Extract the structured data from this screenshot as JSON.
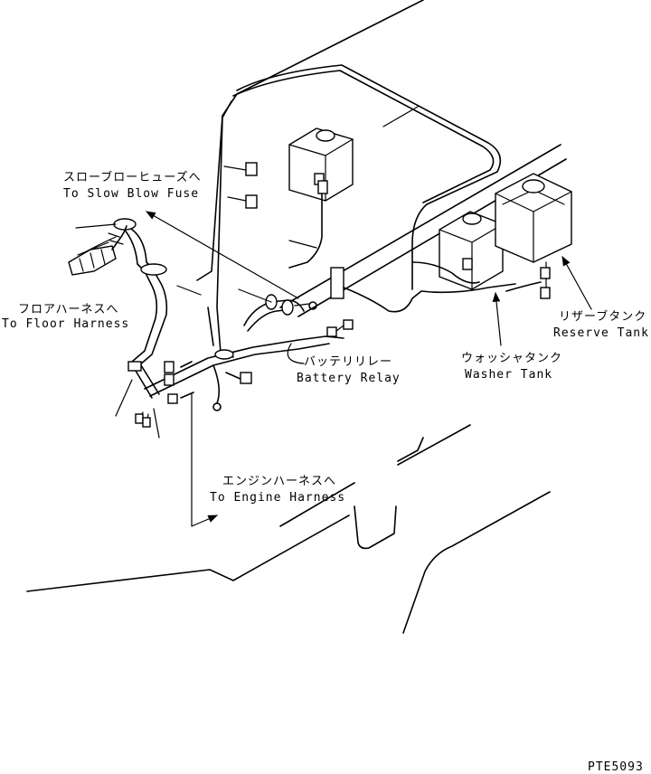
{
  "labels": {
    "slow_blow_fuse_jp": "スローブローヒューズへ",
    "slow_blow_fuse_en": "To Slow Blow Fuse",
    "floor_harness_jp": "フロアハーネスへ",
    "floor_harness_en": "To Floor Harness",
    "battery_relay_jp": "バッテリリレー",
    "battery_relay_en": "Battery Relay",
    "washer_tank_jp": "ウォッシャタンク",
    "washer_tank_en": "Washer Tank",
    "reserve_tank_jp": "リザーブタンク",
    "reserve_tank_en": "Reserve Tank",
    "engine_harness_jp": "エンジンハーネスへ",
    "engine_harness_en": "To Engine Harness",
    "figure_code": "PTE5093"
  }
}
